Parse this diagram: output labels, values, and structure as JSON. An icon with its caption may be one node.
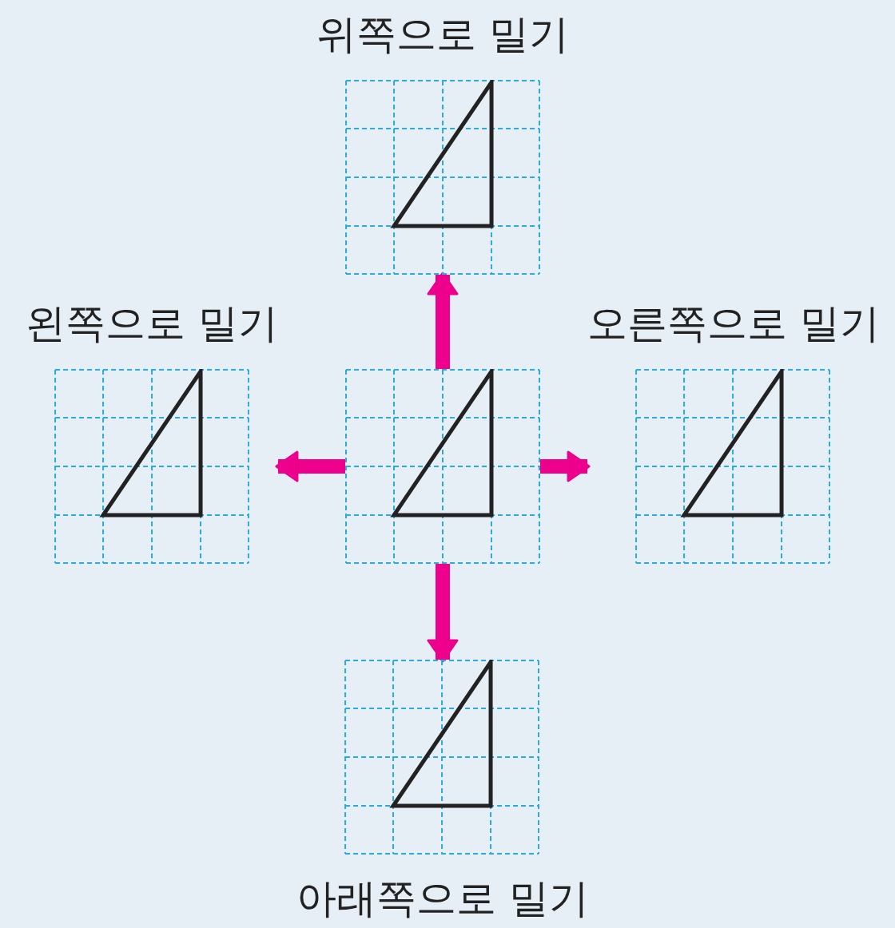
{
  "diagram": {
    "nodes": [
      {
        "text": [
          "위쪽으로 밀기"
        ]
      },
      {
        "text": [
          "왼쪽으로 밀기"
        ]
      },
      {
        "text": [],
        "shape": "box"
      },
      {
        "text": [
          "오른쪽으로 밀기"
        ]
      },
      {
        "text": [
          "아래쪽으로 밀기"
        ]
      }
    ],
    "edges": [
      {
        "from": 2,
        "to": 0,
        "arrow": "to"
      },
      {
        "from": 2,
        "to": 1,
        "arrow": "to"
      },
      {
        "from": 2,
        "to": 3,
        "arrow": "to"
      },
      {
        "from": 2,
        "to": 4,
        "arrow": "to"
      }
    ]
  }
}
